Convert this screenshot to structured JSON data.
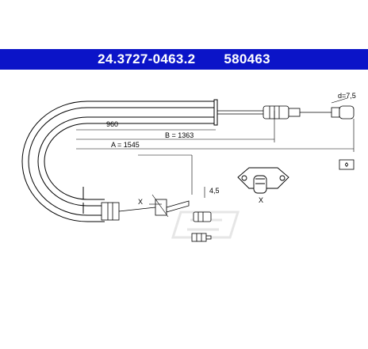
{
  "header": {
    "part_number": "24.3727-0463.2",
    "ref_number": "580463",
    "bar_color": "#0b14c8",
    "text_color": "#ffffff"
  },
  "dimensions": {
    "diameter": "d=7,5",
    "length_960": "960",
    "length_b": "B = 1363",
    "length_a": "A = 1545",
    "offset": "4,5"
  },
  "detail_markers": {
    "x_left": "X",
    "x_right": "X"
  }
}
